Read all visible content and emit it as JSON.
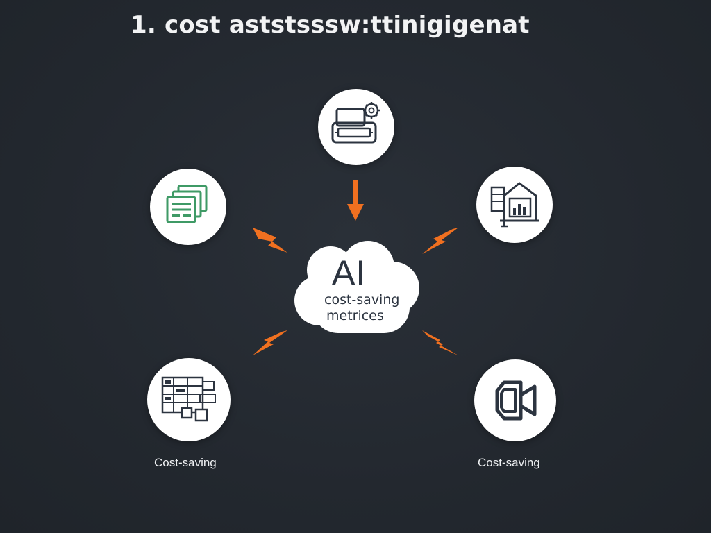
{
  "title": "1. cost aststsssw:ttinigigenat",
  "center": {
    "heading": "AI",
    "line1": "cost-saving",
    "line2": "metrices"
  },
  "captions": {
    "bottom_left": "Cost-saving",
    "bottom_right": "Cost-saving"
  },
  "icons": {
    "top": "printer-gear-icon",
    "left": "documents-icon",
    "right": "building-chart-icon",
    "bottom_left": "dashboard-grid-icon",
    "bottom_right": "video-camera-icon"
  },
  "colors": {
    "background": "#242a31",
    "arrow": "#f07020",
    "icon_green": "#3f9a66",
    "icon_dark": "#2c3440"
  }
}
